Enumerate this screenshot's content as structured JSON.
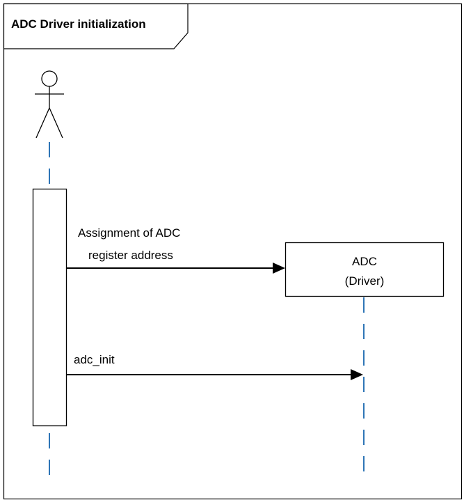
{
  "frame": {
    "title": "ADC Driver initialization"
  },
  "participants": {
    "adc_driver": {
      "line1": "ADC",
      "line2": "(Driver)"
    }
  },
  "messages": [
    {
      "line1": "Assignment of ADC",
      "line2": "register address"
    },
    {
      "line1": "adc_init"
    }
  ],
  "colors": {
    "lifeline": "#2e75b6",
    "stroke": "#000000"
  }
}
